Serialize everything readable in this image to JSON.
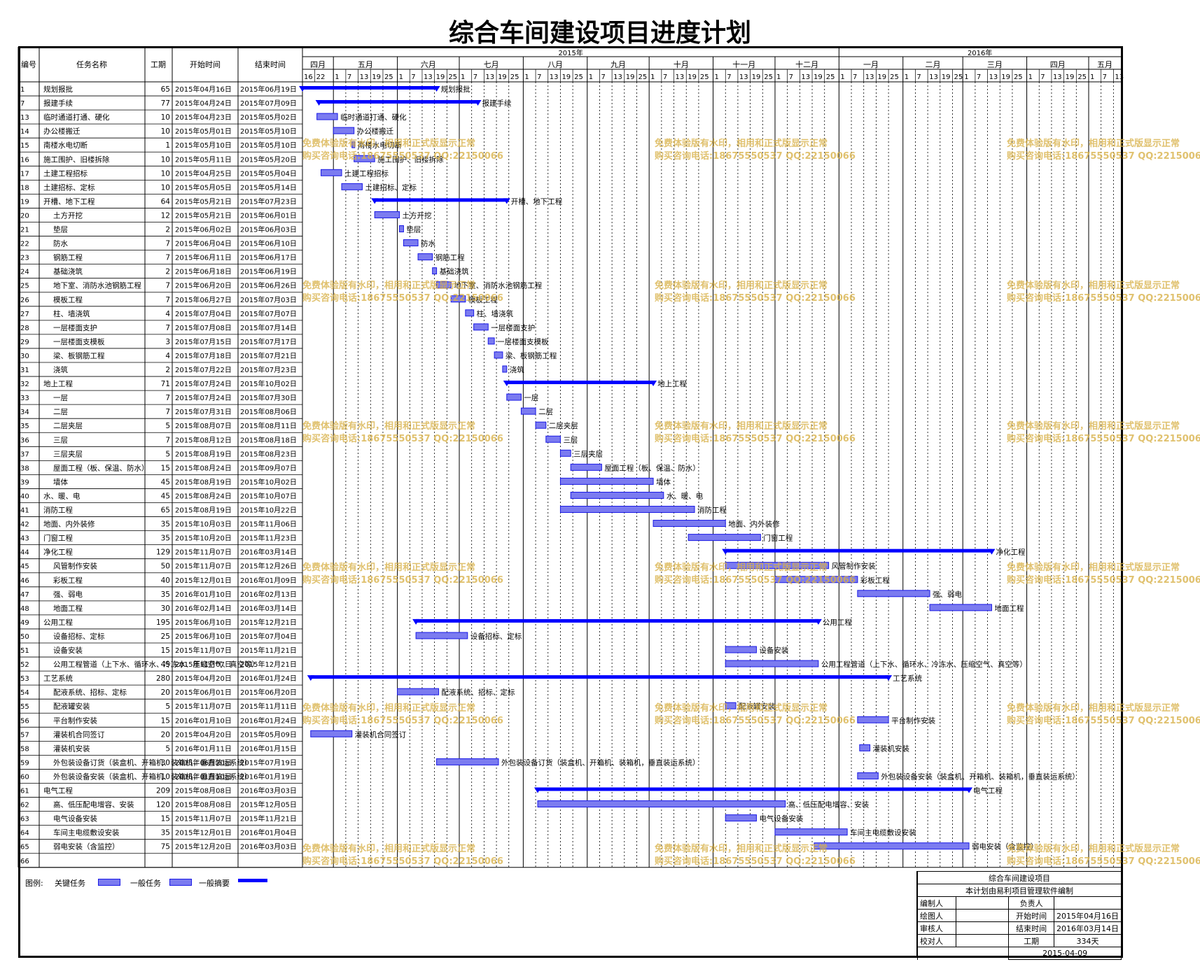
{
  "title": "综合车间建设项目进度计划",
  "headers": {
    "id": "编号",
    "name": "任务名称",
    "duration": "工期",
    "start": "开始时间",
    "end": "结束时间"
  },
  "years": [
    {
      "label": "2015年"
    },
    {
      "label": "2016年"
    }
  ],
  "months": [
    "四月",
    "五月",
    "六月",
    "七月",
    "八月",
    "九月",
    "十月",
    "十一月",
    "十二月",
    "一月",
    "二月",
    "三月",
    "四月",
    "五月"
  ],
  "ticks": [
    "16",
    "22",
    "1",
    "7",
    "13",
    "19",
    "25",
    "1",
    "7",
    "13",
    "19",
    "25",
    "1",
    "7",
    "13",
    "19",
    "25",
    "1",
    "7",
    "13",
    "19",
    "25",
    "1",
    "7",
    "13",
    "19",
    "25",
    "1",
    "7",
    "13",
    "19",
    "25",
    "1",
    "7",
    "13",
    "19",
    "25",
    "1",
    "7",
    "13",
    "19",
    "25",
    "1",
    "7",
    "13",
    "19",
    "25",
    "1",
    "7",
    "13",
    "19",
    "25",
    "1",
    "7",
    "13",
    "19",
    "25",
    "1",
    "7",
    "13",
    "19",
    "25",
    "1",
    "7",
    "13",
    "19",
    "25",
    "1",
    "7"
  ],
  "tasks": [
    {
      "id": "1",
      "name": "规划报批",
      "dur": "65",
      "start": "2015年04月16日",
      "end": "2015年06月19日",
      "level": 0,
      "type": "summary"
    },
    {
      "id": "7",
      "name": "报建手续",
      "dur": "77",
      "start": "2015年04月24日",
      "end": "2015年07月09日",
      "level": 0,
      "type": "summary"
    },
    {
      "id": "13",
      "name": "临时通道打通、硬化",
      "dur": "10",
      "start": "2015年04月23日",
      "end": "2015年05月02日",
      "level": 0,
      "type": "task"
    },
    {
      "id": "14",
      "name": "办公楼搬迁",
      "dur": "10",
      "start": "2015年05月01日",
      "end": "2015年05月10日",
      "level": 0,
      "type": "task"
    },
    {
      "id": "15",
      "name": "南楼水电切断",
      "dur": "1",
      "start": "2015年05月10日",
      "end": "2015年05月10日",
      "level": 0,
      "type": "task"
    },
    {
      "id": "16",
      "name": "施工围护、旧楼拆除",
      "dur": "10",
      "start": "2015年05月11日",
      "end": "2015年05月20日",
      "level": 0,
      "type": "task"
    },
    {
      "id": "17",
      "name": "土建工程招标",
      "dur": "10",
      "start": "2015年04月25日",
      "end": "2015年05月04日",
      "level": 0,
      "type": "task"
    },
    {
      "id": "18",
      "name": "土建招标、定标",
      "dur": "10",
      "start": "2015年05月05日",
      "end": "2015年05月14日",
      "level": 0,
      "type": "task"
    },
    {
      "id": "19",
      "name": "开槽、地下工程",
      "dur": "64",
      "start": "2015年05月21日",
      "end": "2015年07月23日",
      "level": 0,
      "type": "summary"
    },
    {
      "id": "20",
      "name": "土方开挖",
      "dur": "12",
      "start": "2015年05月21日",
      "end": "2015年06月01日",
      "level": 1,
      "type": "task"
    },
    {
      "id": "21",
      "name": "垫层",
      "dur": "2",
      "start": "2015年06月02日",
      "end": "2015年06月03日",
      "level": 1,
      "type": "task"
    },
    {
      "id": "22",
      "name": "防水",
      "dur": "7",
      "start": "2015年06月04日",
      "end": "2015年06月10日",
      "level": 1,
      "type": "task"
    },
    {
      "id": "23",
      "name": "钢筋工程",
      "dur": "7",
      "start": "2015年06月11日",
      "end": "2015年06月17日",
      "level": 1,
      "type": "task"
    },
    {
      "id": "24",
      "name": "基础浇筑",
      "dur": "2",
      "start": "2015年06月18日",
      "end": "2015年06月19日",
      "level": 1,
      "type": "task"
    },
    {
      "id": "25",
      "name": "地下室、消防水池钢筋工程",
      "dur": "7",
      "start": "2015年06月20日",
      "end": "2015年06月26日",
      "level": 1,
      "type": "task"
    },
    {
      "id": "26",
      "name": "模板工程",
      "dur": "7",
      "start": "2015年06月27日",
      "end": "2015年07月03日",
      "level": 1,
      "type": "task"
    },
    {
      "id": "27",
      "name": "柱、墙浇筑",
      "dur": "4",
      "start": "2015年07月04日",
      "end": "2015年07月07日",
      "level": 1,
      "type": "task"
    },
    {
      "id": "28",
      "name": "一层楼面支护",
      "dur": "7",
      "start": "2015年07月08日",
      "end": "2015年07月14日",
      "level": 1,
      "type": "task"
    },
    {
      "id": "29",
      "name": "一层楼面支模板",
      "dur": "3",
      "start": "2015年07月15日",
      "end": "2015年07月17日",
      "level": 1,
      "type": "task"
    },
    {
      "id": "30",
      "name": "梁、板钢筋工程",
      "dur": "4",
      "start": "2015年07月18日",
      "end": "2015年07月21日",
      "level": 1,
      "type": "task"
    },
    {
      "id": "31",
      "name": "浇筑",
      "dur": "2",
      "start": "2015年07月22日",
      "end": "2015年07月23日",
      "level": 1,
      "type": "task"
    },
    {
      "id": "32",
      "name": "地上工程",
      "dur": "71",
      "start": "2015年07月24日",
      "end": "2015年10月02日",
      "level": 0,
      "type": "summary"
    },
    {
      "id": "33",
      "name": "一层",
      "dur": "7",
      "start": "2015年07月24日",
      "end": "2015年07月30日",
      "level": 1,
      "type": "task"
    },
    {
      "id": "34",
      "name": "二层",
      "dur": "7",
      "start": "2015年07月31日",
      "end": "2015年08月06日",
      "level": 1,
      "type": "task"
    },
    {
      "id": "35",
      "name": "二层夹层",
      "dur": "5",
      "start": "2015年08月07日",
      "end": "2015年08月11日",
      "level": 1,
      "type": "task"
    },
    {
      "id": "36",
      "name": "三层",
      "dur": "7",
      "start": "2015年08月12日",
      "end": "2015年08月18日",
      "level": 1,
      "type": "task"
    },
    {
      "id": "37",
      "name": "三层夹层",
      "dur": "5",
      "start": "2015年08月19日",
      "end": "2015年08月23日",
      "level": 1,
      "type": "task"
    },
    {
      "id": "38",
      "name": "屋面工程（板、保温、防水）",
      "dur": "15",
      "start": "2015年08月24日",
      "end": "2015年09月07日",
      "level": 1,
      "type": "task"
    },
    {
      "id": "39",
      "name": "墙体",
      "dur": "45",
      "start": "2015年08月19日",
      "end": "2015年10月02日",
      "level": 1,
      "type": "task"
    },
    {
      "id": "40",
      "name": "水、暖、电",
      "dur": "45",
      "start": "2015年08月24日",
      "end": "2015年10月07日",
      "level": 0,
      "type": "task"
    },
    {
      "id": "41",
      "name": "消防工程",
      "dur": "65",
      "start": "2015年08月19日",
      "end": "2015年10月22日",
      "level": 0,
      "type": "task"
    },
    {
      "id": "42",
      "name": "地面、内外装修",
      "dur": "35",
      "start": "2015年10月03日",
      "end": "2015年11月06日",
      "level": 0,
      "type": "task"
    },
    {
      "id": "43",
      "name": "门窗工程",
      "dur": "35",
      "start": "2015年10月20日",
      "end": "2015年11月23日",
      "level": 0,
      "type": "task"
    },
    {
      "id": "44",
      "name": "净化工程",
      "dur": "129",
      "start": "2015年11月07日",
      "end": "2016年03月14日",
      "level": 0,
      "type": "summary"
    },
    {
      "id": "45",
      "name": "风管制作安装",
      "dur": "50",
      "start": "2015年11月07日",
      "end": "2015年12月26日",
      "level": 1,
      "type": "task"
    },
    {
      "id": "46",
      "name": "彩板工程",
      "dur": "40",
      "start": "2015年12月01日",
      "end": "2016年01月09日",
      "level": 1,
      "type": "task"
    },
    {
      "id": "47",
      "name": "强、弱电",
      "dur": "35",
      "start": "2016年01月10日",
      "end": "2016年02月13日",
      "level": 1,
      "type": "task"
    },
    {
      "id": "48",
      "name": "地面工程",
      "dur": "30",
      "start": "2016年02月14日",
      "end": "2016年03月14日",
      "level": 1,
      "type": "task"
    },
    {
      "id": "49",
      "name": "公用工程",
      "dur": "195",
      "start": "2015年06月10日",
      "end": "2015年12月21日",
      "level": 0,
      "type": "summary"
    },
    {
      "id": "50",
      "name": "设备招标、定标",
      "dur": "25",
      "start": "2015年06月10日",
      "end": "2015年07月04日",
      "level": 1,
      "type": "task"
    },
    {
      "id": "51",
      "name": "设备安装",
      "dur": "15",
      "start": "2015年11月07日",
      "end": "2015年11月21日",
      "level": 1,
      "type": "task"
    },
    {
      "id": "52",
      "name": "公用工程管道（上下水、循环水、冷冻水、压缩空气、真空等）",
      "dur": "45",
      "start": "2015年11月07日",
      "end": "2015年12月21日",
      "level": 1,
      "type": "task"
    },
    {
      "id": "53",
      "name": "工艺系统",
      "dur": "280",
      "start": "2015年04月20日",
      "end": "2016年01月24日",
      "level": 0,
      "type": "summary"
    },
    {
      "id": "54",
      "name": "配液系统、招标、定标",
      "dur": "20",
      "start": "2015年06月01日",
      "end": "2015年06月20日",
      "level": 1,
      "type": "task"
    },
    {
      "id": "55",
      "name": "配液罐安装",
      "dur": "5",
      "start": "2015年11月07日",
      "end": "2015年11月11日",
      "level": 1,
      "type": "task"
    },
    {
      "id": "56",
      "name": "平台制作安装",
      "dur": "15",
      "start": "2016年01月10日",
      "end": "2016年01月24日",
      "level": 1,
      "type": "task"
    },
    {
      "id": "57",
      "name": "灌装机合同签订",
      "dur": "20",
      "start": "2015年04月20日",
      "end": "2015年05月09日",
      "level": 1,
      "type": "task"
    },
    {
      "id": "58",
      "name": "灌装机安装",
      "dur": "5",
      "start": "2016年01月11日",
      "end": "2016年01月15日",
      "level": 1,
      "type": "task"
    },
    {
      "id": "59",
      "name": "外包装设备订货（装盒机、开箱机、装箱机，垂直装运系统）",
      "dur": "30",
      "start": "2015年06月20日",
      "end": "2015年07月19日",
      "level": 1,
      "type": "task"
    },
    {
      "id": "60",
      "name": "外包装设备安装（装盒机、开箱机、装箱机，垂直装运系统）",
      "dur": "10",
      "start": "2016年01月10日",
      "end": "2016年01月19日",
      "level": 1,
      "type": "task"
    },
    {
      "id": "61",
      "name": "电气工程",
      "dur": "209",
      "start": "2015年08月08日",
      "end": "2016年03月03日",
      "level": 0,
      "type": "summary"
    },
    {
      "id": "62",
      "name": "高、低压配电增容、安装",
      "dur": "120",
      "start": "2015年08月08日",
      "end": "2015年12月05日",
      "level": 1,
      "type": "task"
    },
    {
      "id": "63",
      "name": "电气设备安装",
      "dur": "15",
      "start": "2015年11月07日",
      "end": "2015年11月21日",
      "level": 1,
      "type": "task"
    },
    {
      "id": "64",
      "name": "车间主电缆敷设安装",
      "dur": "35",
      "start": "2015年12月01日",
      "end": "2016年01月04日",
      "level": 1,
      "type": "task"
    },
    {
      "id": "65",
      "name": "弱电安装（含监控）",
      "dur": "75",
      "start": "2015年12月20日",
      "end": "2016年03月03日",
      "level": 1,
      "type": "task"
    },
    {
      "id": "66",
      "name": "",
      "dur": "",
      "start": "",
      "end": "",
      "level": 0,
      "type": "empty"
    }
  ],
  "watermark": {
    "line1": "免费体验版有水印，相用和正式版显示正常",
    "line2": "购买咨询电话:18675550537 QQ:22150066"
  },
  "legend": {
    "label": "图例:",
    "critical": "关键任务",
    "normal": "一般任务",
    "summary": "一般摘要"
  },
  "info": {
    "project": "综合车间建设项目",
    "made_by": "本计划由易利项目管理软件编制",
    "compiler": "编制人",
    "owner": "负责人",
    "drawer": "绘图人",
    "start_label": "开始时间",
    "start_value": "2015年04月16日",
    "reviewer": "审核人",
    "end_label": "结束时间",
    "end_value": "2016年03月14日",
    "checker": "校对人",
    "duration_label": "工期",
    "duration_value": "334天",
    "date": "2015-04-09"
  },
  "colors": {
    "bar_fill": "#7b7bf0",
    "bar_stroke": "#1a1ae6",
    "summary": "#0000ff",
    "link": "#0000ff",
    "watermark": "#d8b24a"
  }
}
